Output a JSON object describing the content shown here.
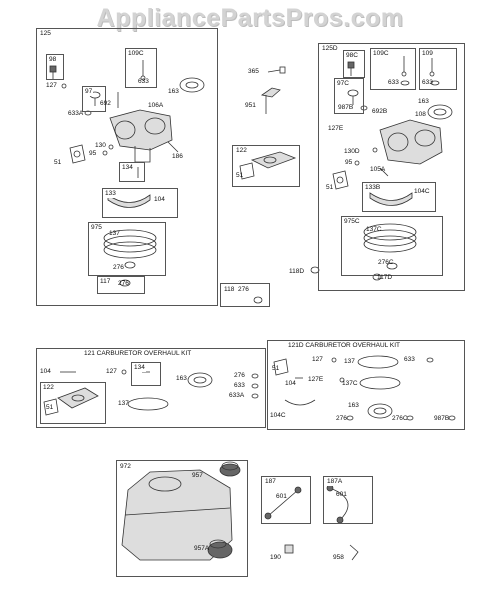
{
  "watermark": "AppliancePartsPros.com",
  "boxes": {
    "b125": "125",
    "b125d": "125D",
    "b122": "122",
    "b118": "118",
    "b121": "121 CARBURETOR OVERHAUL KIT",
    "b121d": "121D CARBURETOR OVERHAUL KIT",
    "b972": "972",
    "b187": "187",
    "b187a": "187A"
  },
  "inner_boxes": {
    "i98": "98",
    "i109c": "109C",
    "i97": "97",
    "i134": "134",
    "i133": "133",
    "i975": "975",
    "i117": "117",
    "i98c": "98C",
    "i109c_d": "109C",
    "i109": "109",
    "i97c": "97C",
    "i133b": "133B",
    "i975c": "975C",
    "i122_kit": "122",
    "i134_kit": "134"
  },
  "labels": {
    "l127": "127",
    "l633_a": "633",
    "l163_a": "163",
    "l692": "692",
    "l633a": "633A",
    "l106a": "106A",
    "l130": "130",
    "l95": "95",
    "l186": "186",
    "l51_a": "51",
    "l104_a": "104",
    "l137_a": "137",
    "l276_a": "276",
    "l276_b": "276",
    "l365": "365",
    "l951": "951",
    "l51_b": "51",
    "l276_c": "276",
    "l633_b": "633",
    "l633_c": "633",
    "l987b": "987B",
    "l692b": "692B",
    "l163_b": "163",
    "l108": "108",
    "l127e": "127E",
    "l130d": "130D",
    "l95_b": "95",
    "l105a": "105A",
    "l51_c": "51",
    "l104c": "104C",
    "l137c": "137C",
    "l276c": "276C",
    "l118d": "118D",
    "l117d": "117D",
    "k104": "104",
    "k127": "127",
    "k163": "163",
    "k276": "276",
    "k633": "633",
    "k633a": "633A",
    "k137": "137",
    "k51": "51",
    "m51": "51",
    "m127": "127",
    "m137": "137",
    "m633": "633",
    "m104": "104",
    "m127e": "127E",
    "m137c": "137C",
    "m163": "163",
    "m104c": "104C",
    "m276": "276",
    "m276c": "276C",
    "m987b": "987B",
    "t957": "957",
    "t957a": "957A",
    "t190": "190",
    "t601_a": "601",
    "t601_b": "601",
    "t958": "958"
  }
}
